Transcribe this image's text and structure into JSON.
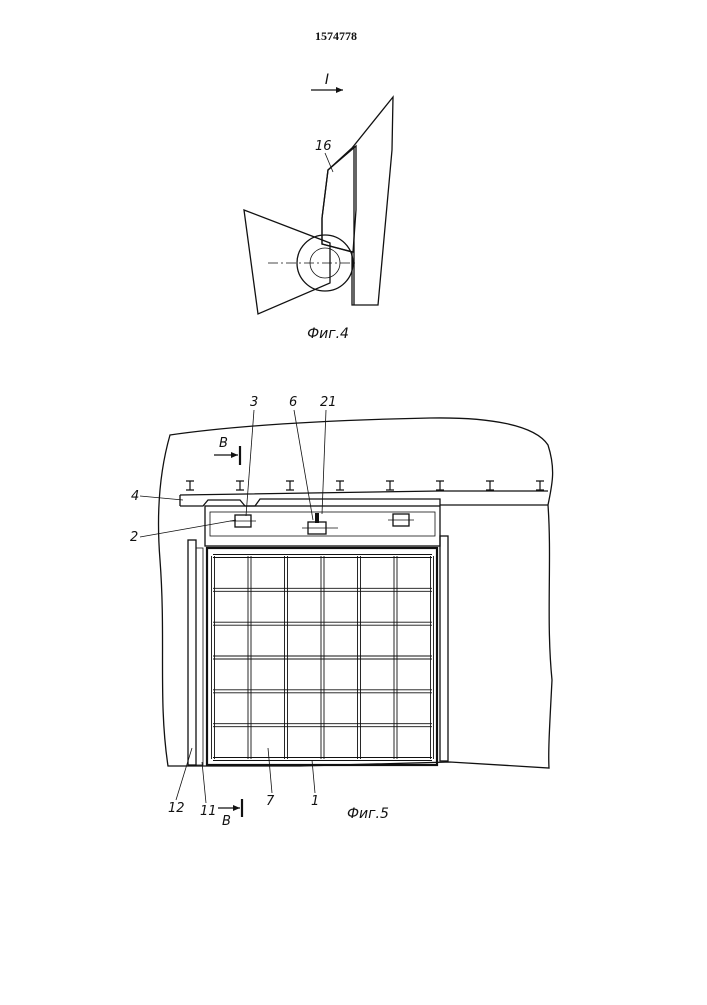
{
  "header": {
    "patent_number": "1574778"
  },
  "figure4": {
    "view_marker": "I",
    "caption": "Фиг.4",
    "labels": {
      "part16": "16"
    }
  },
  "figure5": {
    "caption": "Фиг.5",
    "section_marker_top": "B",
    "section_marker_bottom": "B",
    "labels": {
      "p3": "3",
      "p6": "6",
      "p21": "21",
      "p4": "4",
      "p2": "2",
      "p12": "12",
      "p11": "11",
      "p7": "7",
      "p1": "1"
    },
    "grid": {
      "columns": 6,
      "rows": 6
    }
  }
}
